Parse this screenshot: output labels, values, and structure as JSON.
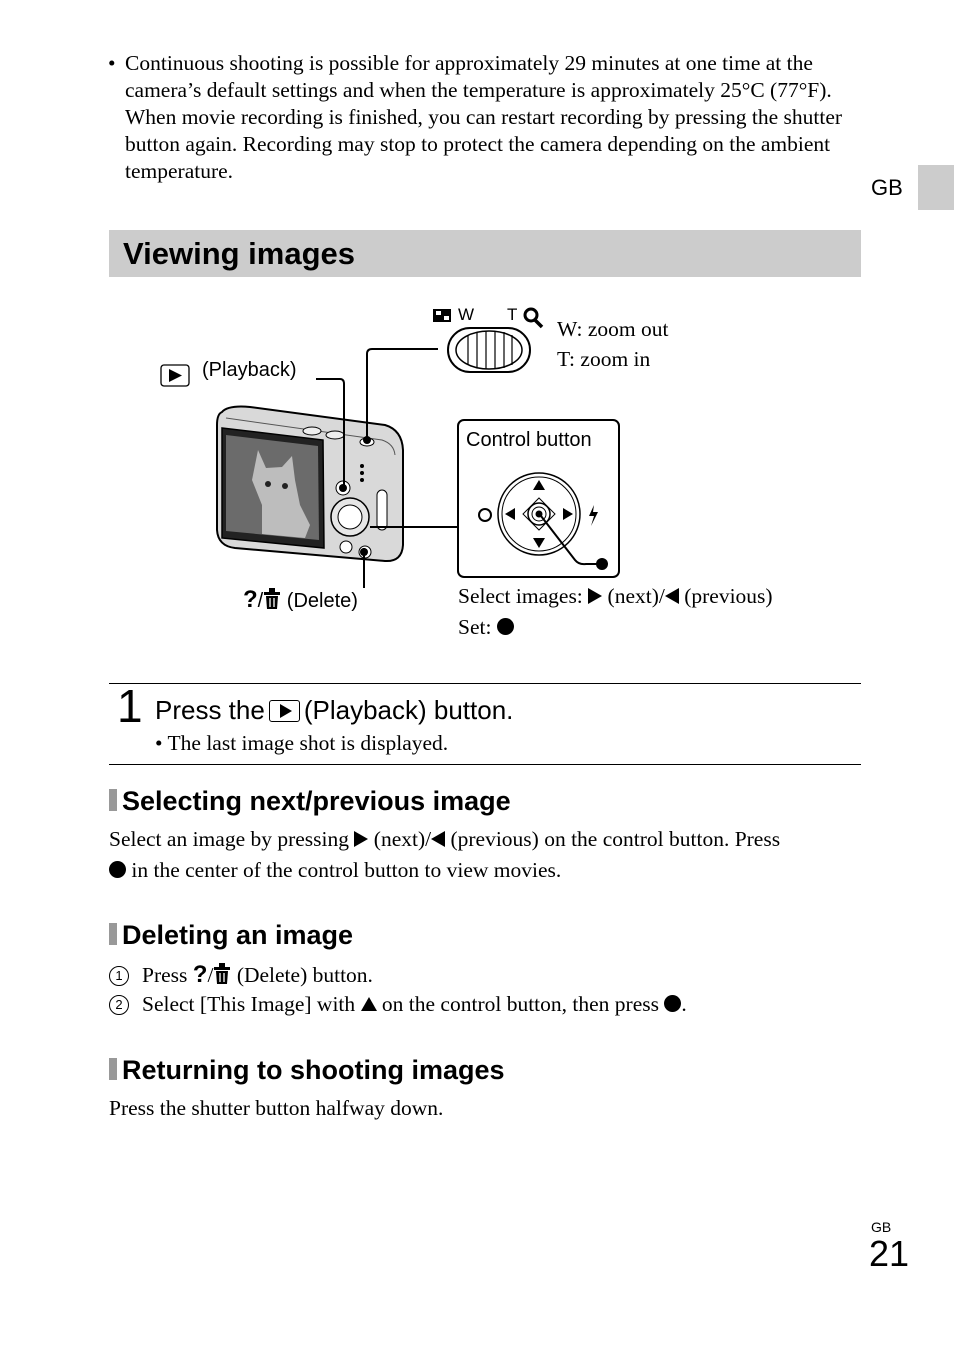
{
  "top_note": {
    "bullet": "•",
    "text": "Continuous shooting is possible for approximately 29 minutes at one time at the camera’s default settings and when the temperature is approximately 25°C (77°F). When movie recording is finished, you can restart recording by pressing the shutter button again. Recording may stop to protect the camera depending on the ambient temperature."
  },
  "side_tab": {
    "label": "GB",
    "color": "#cccccc"
  },
  "section": {
    "title": "Viewing images",
    "bar_color": "#cccccc"
  },
  "diagram": {
    "playback_label": "(Playback)",
    "zoom_lever": {
      "w_mark": "W",
      "t_mark": "T",
      "w_desc": "W: zoom out",
      "t_desc": "T: zoom in"
    },
    "control_button_title": "Control button",
    "delete_label": "(Delete)",
    "select_images_prefix": "Select images:",
    "select_next": "(next)/",
    "select_prev": "(previous)",
    "set_label": "Set:"
  },
  "step1": {
    "number": "1",
    "title_prefix": "Press the",
    "title_suffix": "(Playback) button.",
    "note": "• The last image shot is displayed."
  },
  "sub_selecting": {
    "heading": "Selecting next/previous image",
    "p1_a": "Select an image by pressing",
    "p1_b": "(next)/",
    "p1_c": "(previous) on the control button. Press",
    "p2": "in the center of the control button to view movies."
  },
  "sub_deleting": {
    "heading": "Deleting an image",
    "steps": [
      {
        "num": "1",
        "a": "Press",
        "b": "(Delete) button."
      },
      {
        "num": "2",
        "a": "Select [This Image] with",
        "b": "on the control button, then press",
        "c": "."
      }
    ]
  },
  "sub_returning": {
    "heading": "Returning to shooting images",
    "text": "Press the shutter button halfway down."
  },
  "footer": {
    "region": "GB",
    "page_number": "21"
  }
}
